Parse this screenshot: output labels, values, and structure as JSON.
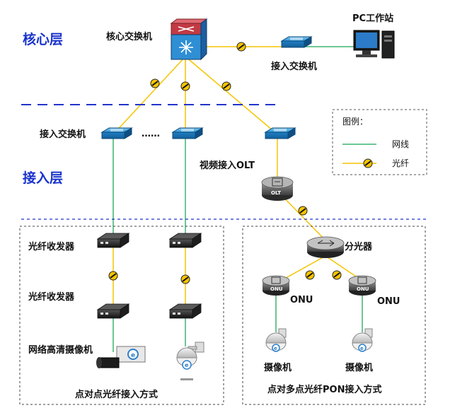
{
  "layers": {
    "core": "核心层",
    "access": "接入层"
  },
  "labels": {
    "core_switch": "核心交换机",
    "pc_workstation": "PC工作站",
    "access_switch_top": "接入交换机",
    "access_switch_left": "接入交换机",
    "dots": "……",
    "video_olt": "视频接入OLT",
    "fiber_transceiver_1": "光纤收发器",
    "fiber_transceiver_2": "光纤收发器",
    "hd_camera": "网络高清摄像机",
    "splitter": "分光器",
    "onu_left": "ONU",
    "onu_right": "ONU",
    "camera_left": "摄像机",
    "camera_right": "摄像机",
    "olt_device": "OLT",
    "onu_device": "ONU"
  },
  "legend": {
    "title": "图例：",
    "network_cable": "网线",
    "fiber": "光纤"
  },
  "sections": {
    "p2p": "点对点光纤接入方式",
    "pon": "点对多点光纤PON接入方式"
  },
  "colors": {
    "layer_text": "#1a33cc",
    "fiber_line": "#f5c400",
    "network_cable": "#3cb371",
    "divider": "#2233cc",
    "switch_blue": "#1f8fd8",
    "core_red": "#d0404a"
  }
}
